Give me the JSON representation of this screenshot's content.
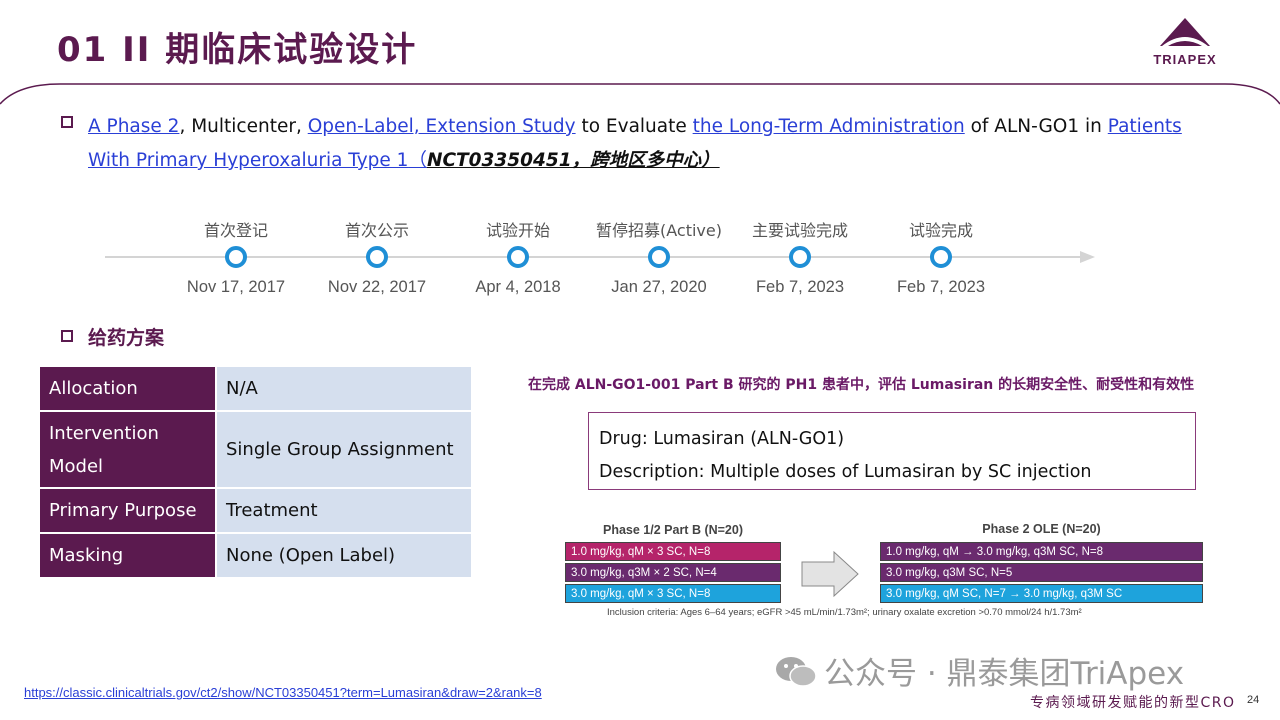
{
  "header": {
    "title": "01 II 期临床试验设计",
    "logo_text": "TRIAPEX"
  },
  "study": {
    "parts": [
      {
        "text": "A Phase 2",
        "style": "lk"
      },
      {
        "text": ", ",
        "style": "bk"
      },
      {
        "text": "Multicenter,",
        "style": "bk"
      },
      {
        "text": " ",
        "style": "bk"
      },
      {
        "text": "Open-Label, Extension Study",
        "style": "lk"
      },
      {
        "text": " to Evaluate ",
        "style": "bk"
      },
      {
        "text": "the Long-Term Administration",
        "style": "lk"
      },
      {
        "text": " of ALN-GO1 in ",
        "style": "bk"
      },
      {
        "text": "Patients With Primary Hyperoxaluria Type 1",
        "style": "lk"
      },
      {
        "text": "（",
        "style": "lk"
      },
      {
        "text": "NCT03350451，跨地区多中心）",
        "style": "bi"
      }
    ]
  },
  "timeline": [
    {
      "label": "首次登记",
      "date": "Nov 17, 2017"
    },
    {
      "label": "首次公示",
      "date": "Nov 22, 2017"
    },
    {
      "label": "试验开始",
      "date": "Apr 4, 2018"
    },
    {
      "label": "暂停招募(Active)",
      "date": "Jan 27, 2020"
    },
    {
      "label": "主要试验完成",
      "date": "Feb 7, 2023"
    },
    {
      "label": "试验完成",
      "date": "Feb 7, 2023"
    }
  ],
  "dosing": {
    "section_title": "给药方案",
    "rows": [
      {
        "key": "Allocation",
        "value": "N/A"
      },
      {
        "key": "Intervention Model",
        "value": "Single Group Assignment"
      },
      {
        "key": "Primary Purpose",
        "value": "Treatment"
      },
      {
        "key": "Masking",
        "value": "None (Open Label)"
      }
    ]
  },
  "objective": "在完成 ALN-GO1-001 Part B 研究的 PH1 患者中，评估 Lumasiran 的长期安全性、耐受性和有效性",
  "drug": {
    "drug_label": "Drug",
    "drug_value": ": Lumasiran (ALN-GO1)",
    "desc_label": "Description",
    "desc_value": ":  Multiple doses of Lumasiran by SC injection"
  },
  "design": {
    "left_title": "Phase 1/2 Part B (N=20)",
    "right_title": "Phase 2 OLE (N=20)",
    "left_arms": [
      "1.0 mg/kg, qM × 3 SC, N=8",
      "3.0 mg/kg, q3M × 2 SC, N=4",
      "3.0 mg/kg, qM × 3 SC, N=8"
    ],
    "right_arms": [
      "1.0 mg/kg, qM → 3.0 mg/kg, q3M SC, N=8",
      "3.0 mg/kg, q3M SC, N=5",
      "3.0 mg/kg, qM SC, N=7  → 3.0 mg/kg, q3M SC"
    ],
    "arm_colors": [
      "#b5246a",
      "#6a2a6e",
      "#1ea3dc"
    ],
    "inclusion": "Inclusion criteria: Ages 6–64 years; eGFR >45 mL/min/1.73m²; urinary oxalate excretion >0.70 mmol/24 h/1.73m²"
  },
  "footer": {
    "url": "https://classic.clinicaltrials.gov/ct2/show/NCT03350451?term=Lumasiran&draw=2&rank=8",
    "watermark": "公众号 · 鼎泰集团TriApex",
    "tagline": "专病领域研发赋能的新型CRO",
    "page_number": "24"
  }
}
